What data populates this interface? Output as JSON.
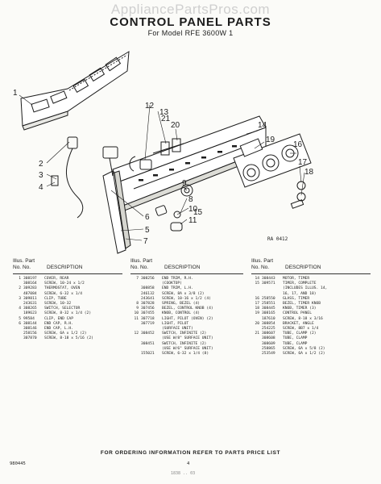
{
  "watermark": "AppliancePartsPros.com",
  "page": {
    "title": "CONTROL PANEL PARTS",
    "subtitle": "For Model RFE 3600W 1",
    "figure_code": "RA 0412",
    "footer": "FOR ORDERING INFORMATION REFER TO PARTS PRICE LIST",
    "pn_code": "980445",
    "page_number": "4",
    "bottom_mark": "1838 .. 03"
  },
  "callouts": [
    "1",
    "2",
    "3",
    "4",
    "5",
    "6",
    "7",
    "8",
    "9",
    "10",
    "11",
    "12",
    "13",
    "14",
    "15",
    "16",
    "17",
    "18",
    "19",
    "20",
    "21"
  ],
  "table": {
    "illus_label": "Illus.",
    "part_label": "Part",
    "no_label": "No.",
    "no2_label": "No.",
    "desc_label": "DESCRIPTION",
    "columns": [
      {
        "rows": [
          {
            "n": "1",
            "p": "308197",
            "d": "COVER, REAR"
          },
          {
            "n": "",
            "p": "308164",
            "d": "SCREW, 10-24 x 1/2"
          },
          {
            "n": "2",
            "p": "309283",
            "d": "THERMOSTAT, OVEN"
          },
          {
            "n": "",
            "p": "487084",
            "d": "SCREW, 6-32 x 1/4"
          },
          {
            "n": "3",
            "p": "309811",
            "d": "CLIP, TUBE"
          },
          {
            "n": "",
            "p": "243631",
            "d": "SCREW, 10-32"
          },
          {
            "n": "4",
            "p": "308265",
            "d": "SWITCH, SELECTOR"
          },
          {
            "n": "",
            "p": "189623",
            "d": "SCREW, 8-32 x 1/4 (2)"
          },
          {
            "n": "5",
            "p": "99584",
            "d": "CLIP, END CAP"
          },
          {
            "n": "6",
            "p": "308144",
            "d": "END CAP, R.H."
          },
          {
            "n": "",
            "p": "308146",
            "d": "END CAP, L.H."
          },
          {
            "n": "",
            "p": "258156",
            "d": "SCREW, 6A x 1/2 (2)"
          },
          {
            "n": "",
            "p": "307870",
            "d": "SCREW, 8-18 x 5/16 (2)"
          }
        ]
      },
      {
        "rows": [
          {
            "n": "7",
            "p": "308256",
            "d": "END TRIM, R.H."
          },
          {
            "n": "",
            "p": "",
            "d": "(COOKTOP)"
          },
          {
            "n": "",
            "p": "308858",
            "d": "END TRIM, L.H."
          },
          {
            "n": "",
            "p": "246132",
            "d": "SCREW, 8A x 3/8 (2)"
          },
          {
            "n": "",
            "p": "243641",
            "d": "SCREW, 10-16 x 1/2 (4)"
          },
          {
            "n": "8",
            "p": "307828",
            "d": "SPRING, BEZEL (4)"
          },
          {
            "n": "9",
            "p": "307456",
            "d": "BEZEL, CONTROL KNOB (4)"
          },
          {
            "n": "10",
            "p": "307455",
            "d": "KNOB, CONTROL (4)"
          },
          {
            "n": "11",
            "p": "307718",
            "d": "LIGHT, PILOT (OVEN) (2)"
          },
          {
            "n": "",
            "p": "307719",
            "d": "LIGHT, PILOT"
          },
          {
            "n": "",
            "p": "",
            "d": "(SURFACE UNIT)"
          },
          {
            "n": "12",
            "p": "308452",
            "d": "SWITCH, INFINITE (2)"
          },
          {
            "n": "",
            "p": "",
            "d": "(USE W/8\" SURFACE UNIT)"
          },
          {
            "n": "",
            "p": "308451",
            "d": "SWITCH, INFINITE (2)"
          },
          {
            "n": "",
            "p": "",
            "d": "(USE W/6\" SURFACE UNIT)"
          },
          {
            "n": "",
            "p": "155021",
            "d": "SCREW, 6-32 x 1/4 (8)"
          }
        ]
      },
      {
        "rows": [
          {
            "n": "14",
            "p": "308443",
            "d": "MOTOR, TIMER"
          },
          {
            "n": "15",
            "p": "309571",
            "d": "TIMER, COMPLETE"
          },
          {
            "n": "",
            "p": "",
            "d": "(INCLUDES ILLUS. 14,"
          },
          {
            "n": "",
            "p": "",
            "d": "16, 17, AND 18)"
          },
          {
            "n": "16",
            "p": "258550",
            "d": "GLASS, TIMER"
          },
          {
            "n": "17",
            "p": "258551",
            "d": "BEZEL, TIMER KNOB"
          },
          {
            "n": "18",
            "p": "308445",
            "d": "KNOB, TIMER (3)"
          },
          {
            "n": "19",
            "p": "308165",
            "d": "CONTROL PANEL"
          },
          {
            "n": "",
            "p": "187610",
            "d": "SCREW, 8-18 x 3/16"
          },
          {
            "n": "20",
            "p": "308854",
            "d": "BRACKET, ANGLE"
          },
          {
            "n": "",
            "p": "254225",
            "d": "SCREW, 8B7 x 1/4"
          },
          {
            "n": "21",
            "p": "308607",
            "d": "TUBE, CLAMP (2)"
          },
          {
            "n": "",
            "p": "308608",
            "d": "TUBE, CLAMP"
          },
          {
            "n": "",
            "p": "308609",
            "d": "TUBE, CLAMP"
          },
          {
            "n": "",
            "p": "258865",
            "d": "SCREW, 6A x 5/8 (2)"
          },
          {
            "n": "",
            "p": "253549",
            "d": "SCREW, 6A x 1/2 (2)"
          }
        ]
      }
    ]
  }
}
